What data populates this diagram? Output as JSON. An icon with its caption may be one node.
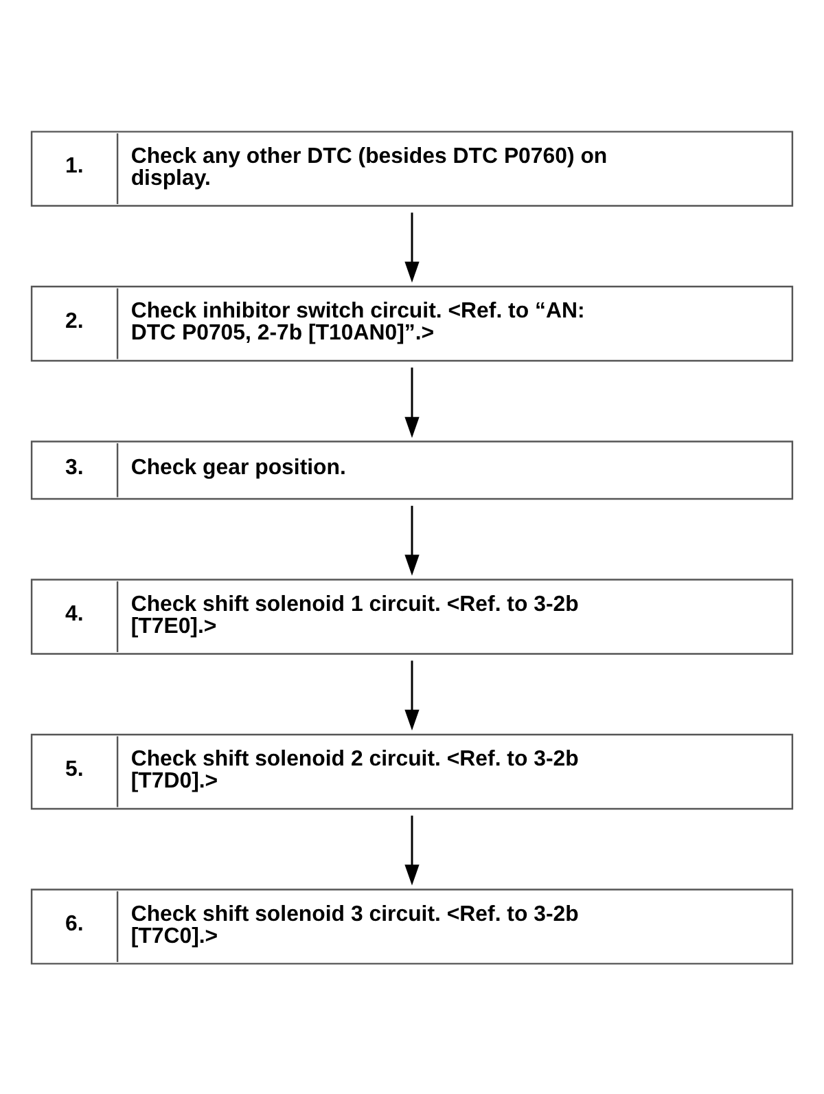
{
  "diagram": {
    "nodes": [
      {
        "text": [
          "1.",
          "Check any other DTC (besides DTC P0760) on display."
        ]
      },
      {
        "text": [
          "2.",
          "Check inhibitor switch circuit. <Ref. to “AN: DTC P0705, 2-7b [T10AN0]”.>"
        ]
      },
      {
        "text": [
          "3.",
          "Check gear position."
        ]
      },
      {
        "text": [
          "4.",
          "Check shift solenoid 1 circuit. <Ref. to 3-2b [T7E0].>"
        ]
      },
      {
        "text": [
          "5.",
          "Check shift solenoid 2 circuit. <Ref. to 3-2b [T7D0].>"
        ]
      },
      {
        "text": [
          "6.",
          "Check shift solenoid 3 circuit. <Ref. to 3-2b [T7C0].>"
        ]
      }
    ],
    "edges": [
      {
        "from": 0,
        "to": 1,
        "arrow": "to"
      },
      {
        "from": 1,
        "to": 2,
        "arrow": "to"
      },
      {
        "from": 2,
        "to": 3,
        "arrow": "to"
      },
      {
        "from": 3,
        "to": 4,
        "arrow": "to"
      },
      {
        "from": 4,
        "to": 5,
        "arrow": "to"
      }
    ]
  }
}
